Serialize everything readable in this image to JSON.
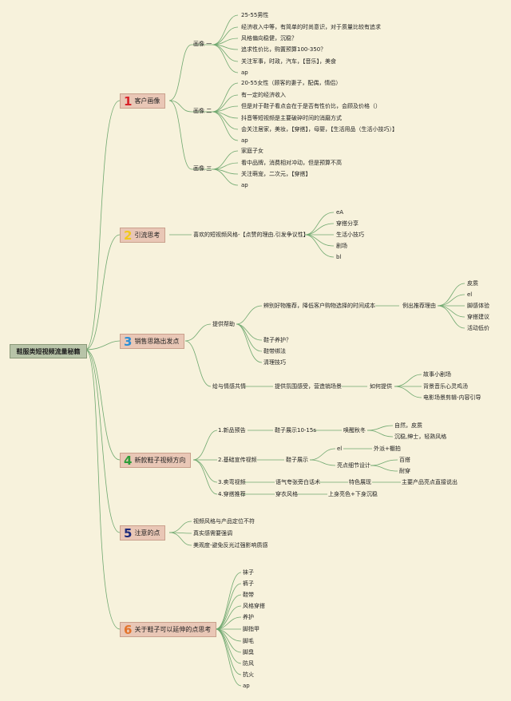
{
  "root": "鞋服类短视频流量秘籍",
  "colors": {
    "n1": "#d8232a",
    "n2": "#f2c81c",
    "n3": "#2b8fd6",
    "n4": "#2e9d3a",
    "n5": "#1c2a7a",
    "n6": "#e3742b",
    "line": "#6fa86f"
  },
  "sections": [
    {
      "num": "1",
      "label": "客户画像",
      "groups": [
        {
          "label": "画像 一",
          "items": [
            "25-55男性",
            "经济收入中等，有简单的时尚意识，对于质量比较有追求",
            "风格偏向稳健，沉稳？",
            "追求性价比，购置预算100-350？",
            "关注军事，时政，汽车，【音乐】，美食",
            "ap"
          ]
        },
        {
          "label": "画像 二",
          "items": [
            "20-55女性（顾客的妻子，配偶，情侣）",
            "有一定的经济收入",
            "但是对于鞋子看点会在于是否有性价比，会顾及价格（）",
            "抖音等短视频是主要破碎时间的消磨方式",
            "会关注居家，美妆，【穿搭】，母婴，【生活用品（生活小技巧）】",
            "ap"
          ]
        },
        {
          "label": "画像 三",
          "items": [
            "家庭子女",
            "看中品牌，消费相对冲动，但是预算不高",
            "关注萌宠，二次元，【穿搭】",
            "ap"
          ]
        }
      ]
    },
    {
      "num": "2",
      "label": "引流思考",
      "branch": "喜欢的短视频风格-【点赞的理由.引发争议性】",
      "items": [
        "eA",
        "穿搭分享",
        "生活小技巧",
        "剧场",
        "bl"
      ]
    },
    {
      "num": "3",
      "label": "销售思路出发点",
      "b1": "提供帮助",
      "b1a": "辨别好物推荐，降低客户购物选择的时间成本",
      "b1b": "例出推荐理由",
      "b1b_items": [
        "皮质",
        "el",
        "脚感体验",
        "穿搭建议",
        "活动低价"
      ],
      "b1_items": [
        "鞋子养护？",
        "鞋带绑法",
        "清理技巧"
      ],
      "b2": "给与情感共情",
      "b2a": "提供氛围感受，营造销场景",
      "b2b": "如何提供",
      "b2b_items": [
        "故事小剧场",
        "背景音乐心灵鸡汤",
        "电影场景剪辑-内容引导"
      ]
    },
    {
      "num": "4",
      "label": "新款鞋子视频方向",
      "r1": "1.新品预告",
      "r1a": "鞋子展示10-15s",
      "r1b": "唤醒秋冬",
      "r1c": [
        "自然，皮质",
        "沉稳,绅士，轻熟风格"
      ],
      "r2": "2.基础宣传视频",
      "r2a": "鞋子展示",
      "r2b": "el",
      "r2b2": "外派+棚拍",
      "r2c": "亮点细节设计",
      "r2d": [
        "百搭",
        "耐穿"
      ],
      "r3": "3.卖弯视频",
      "r3a": "语气夸张旁白话术",
      "r3b": "特色展现",
      "r3c": "主要产品亮点直接说出",
      "r4": "4.穿搭推荐",
      "r4a": "穿衣风格",
      "r4b": "上身亮色+下身沉稳"
    },
    {
      "num": "5",
      "label": "注意的点",
      "items": [
        "视频风格与产品定位不符",
        "真实感需要强调",
        "美观度-避免反光过强影响质感"
      ]
    },
    {
      "num": "6",
      "label": "关于鞋子可以延伸的点思考",
      "items": [
        "袜子",
        "裤子",
        "鞋带",
        "风格穿搭",
        "养护",
        "脚指甲",
        "脚毛",
        "脚臭",
        "防风",
        "抗火",
        "ap"
      ]
    }
  ]
}
